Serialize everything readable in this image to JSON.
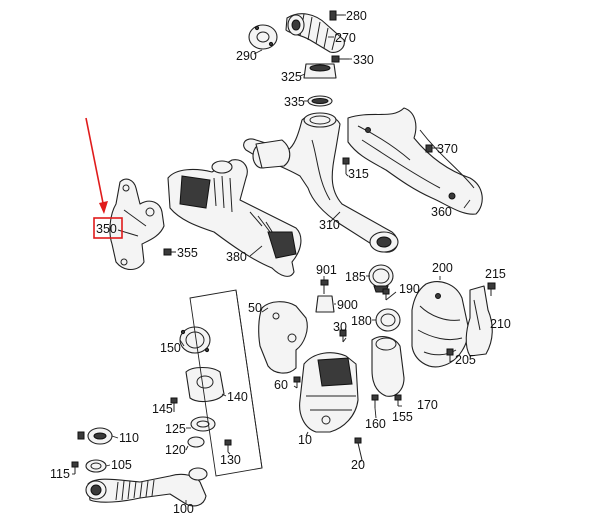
{
  "labels": {
    "p280": "280",
    "p270": "270",
    "p290": "290",
    "p330": "330",
    "p325": "325",
    "p335": "335",
    "p370": "370",
    "p315": "315",
    "p360": "360",
    "p310": "310",
    "p350": "350",
    "p355": "355",
    "p380": "380",
    "p901": "901",
    "p900": "900",
    "p185": "185",
    "p190": "190",
    "p180": "180",
    "p200": "200",
    "p215": "215",
    "p210": "210",
    "p205": "205",
    "p50": "50",
    "p30": "30",
    "p150": "150",
    "p140": "140",
    "p145": "145",
    "p60": "60",
    "p170": "170",
    "p155": "155",
    "p160": "160",
    "p125": "125",
    "p120": "120",
    "p130": "130",
    "p10": "10",
    "p110": "110",
    "p115": "115",
    "p105": "105",
    "p20": "20",
    "p100": "100"
  },
  "highlight": {
    "label": "350",
    "color": "#e01b1b"
  }
}
